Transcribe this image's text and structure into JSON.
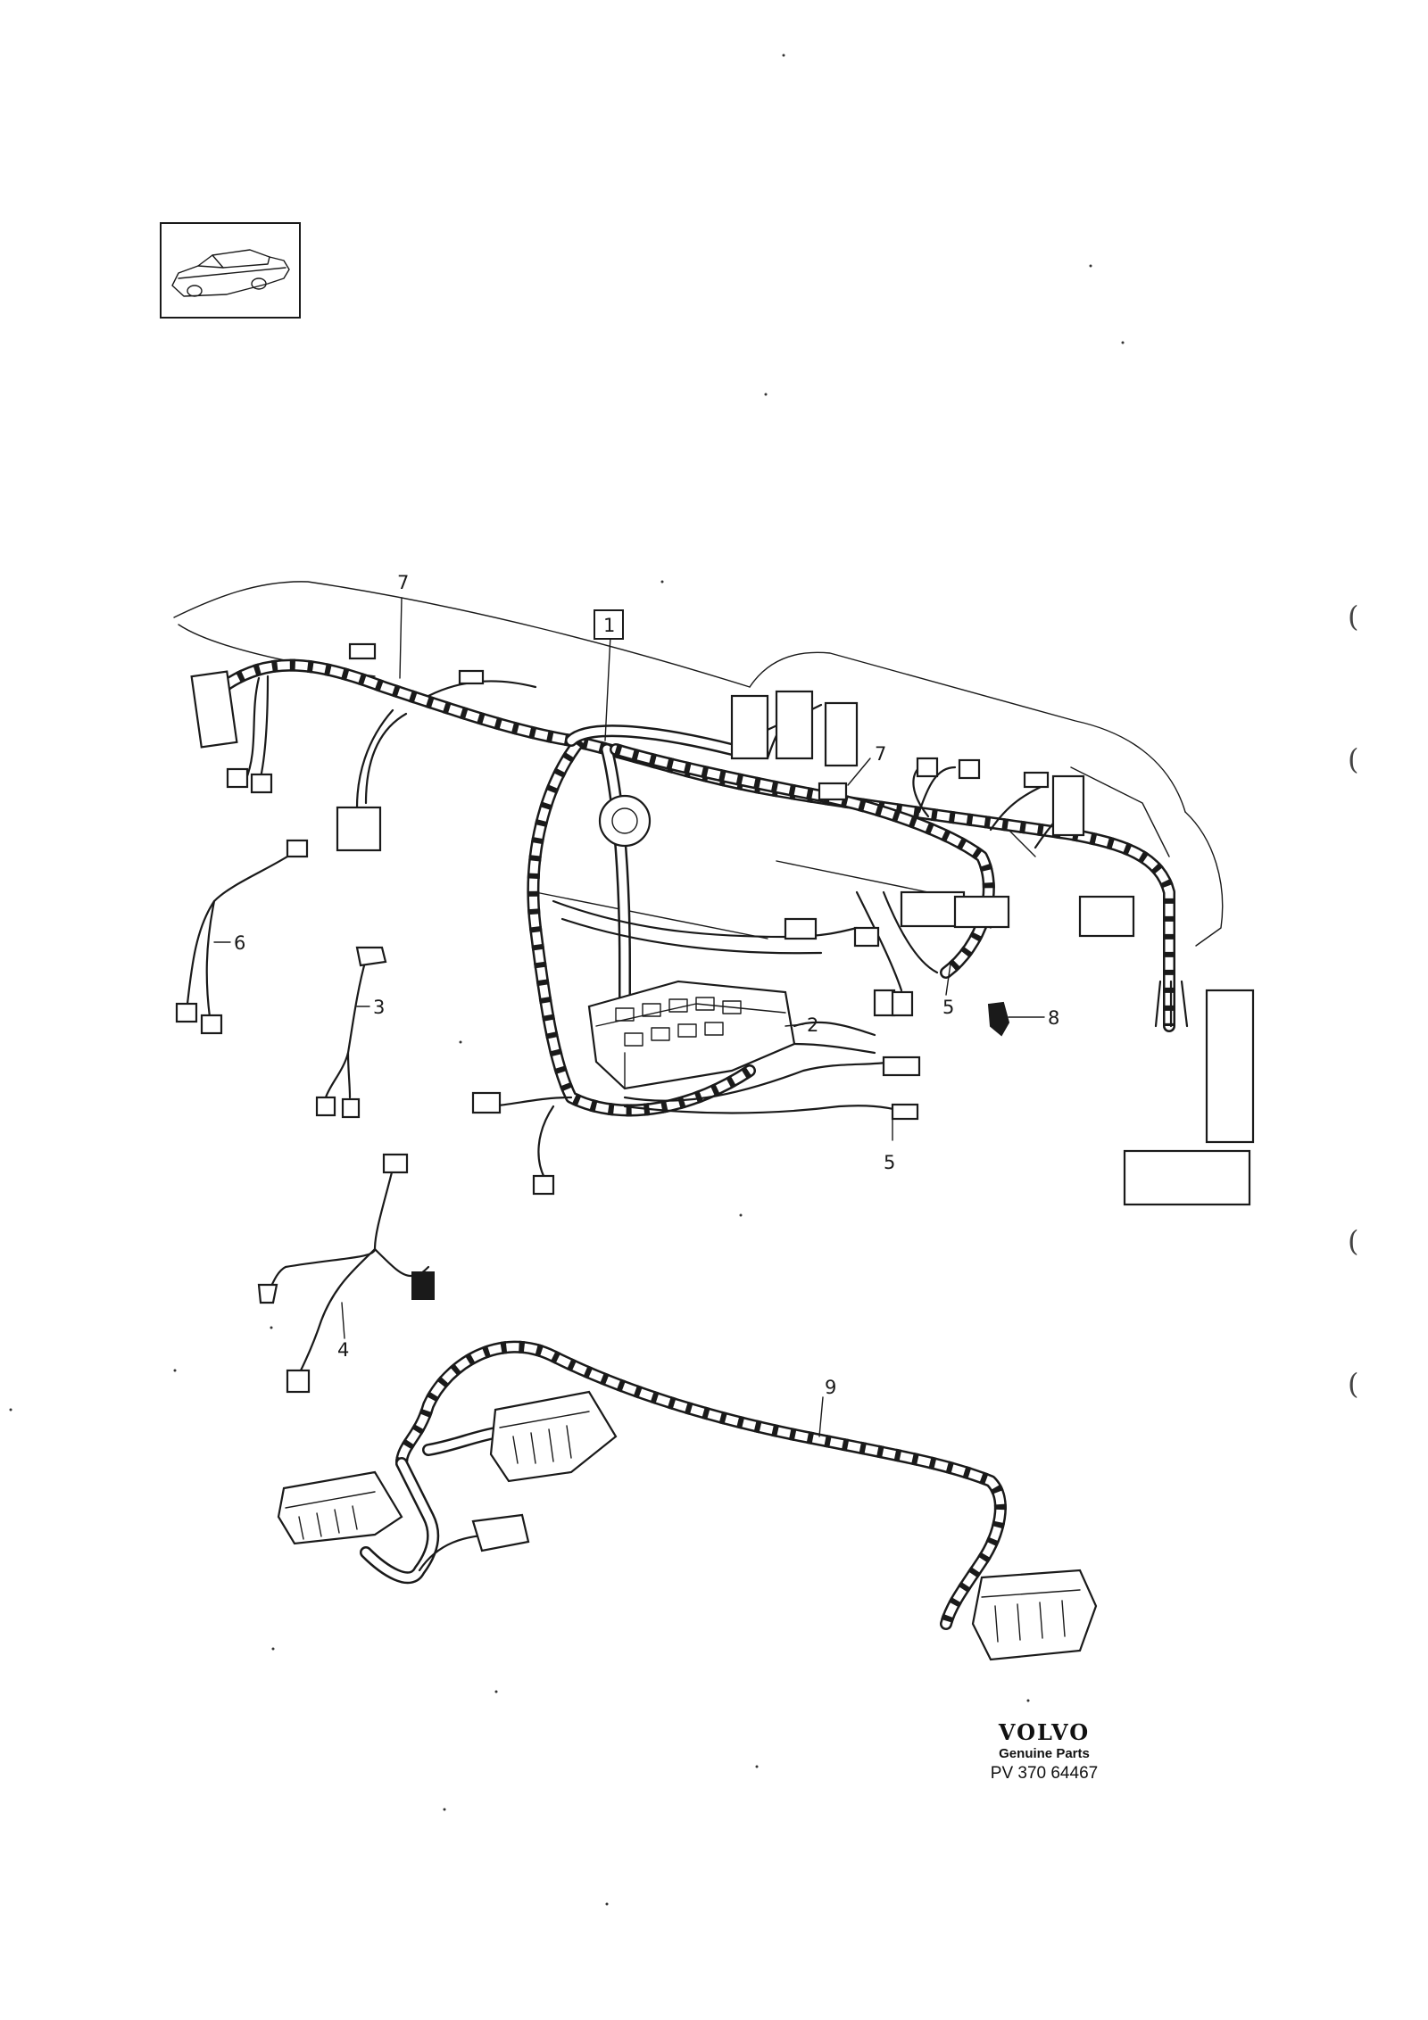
{
  "diagram": {
    "callouts": {
      "c1": "1",
      "c2": "2",
      "c3": "3",
      "c4": "4",
      "c5a": "5",
      "c5b": "5",
      "c6": "6",
      "c7a": "7",
      "c7b": "7",
      "c8": "8",
      "c9": "9"
    },
    "thumbnail_icon": "car-sedan-icon"
  },
  "footer": {
    "brand": "VOLVO",
    "tagline": "Genuine Parts",
    "part_ref": "PV 370 64467"
  },
  "margin_marks": {
    "m1": "(",
    "m2": "(",
    "m3": "(",
    "m4": "("
  }
}
